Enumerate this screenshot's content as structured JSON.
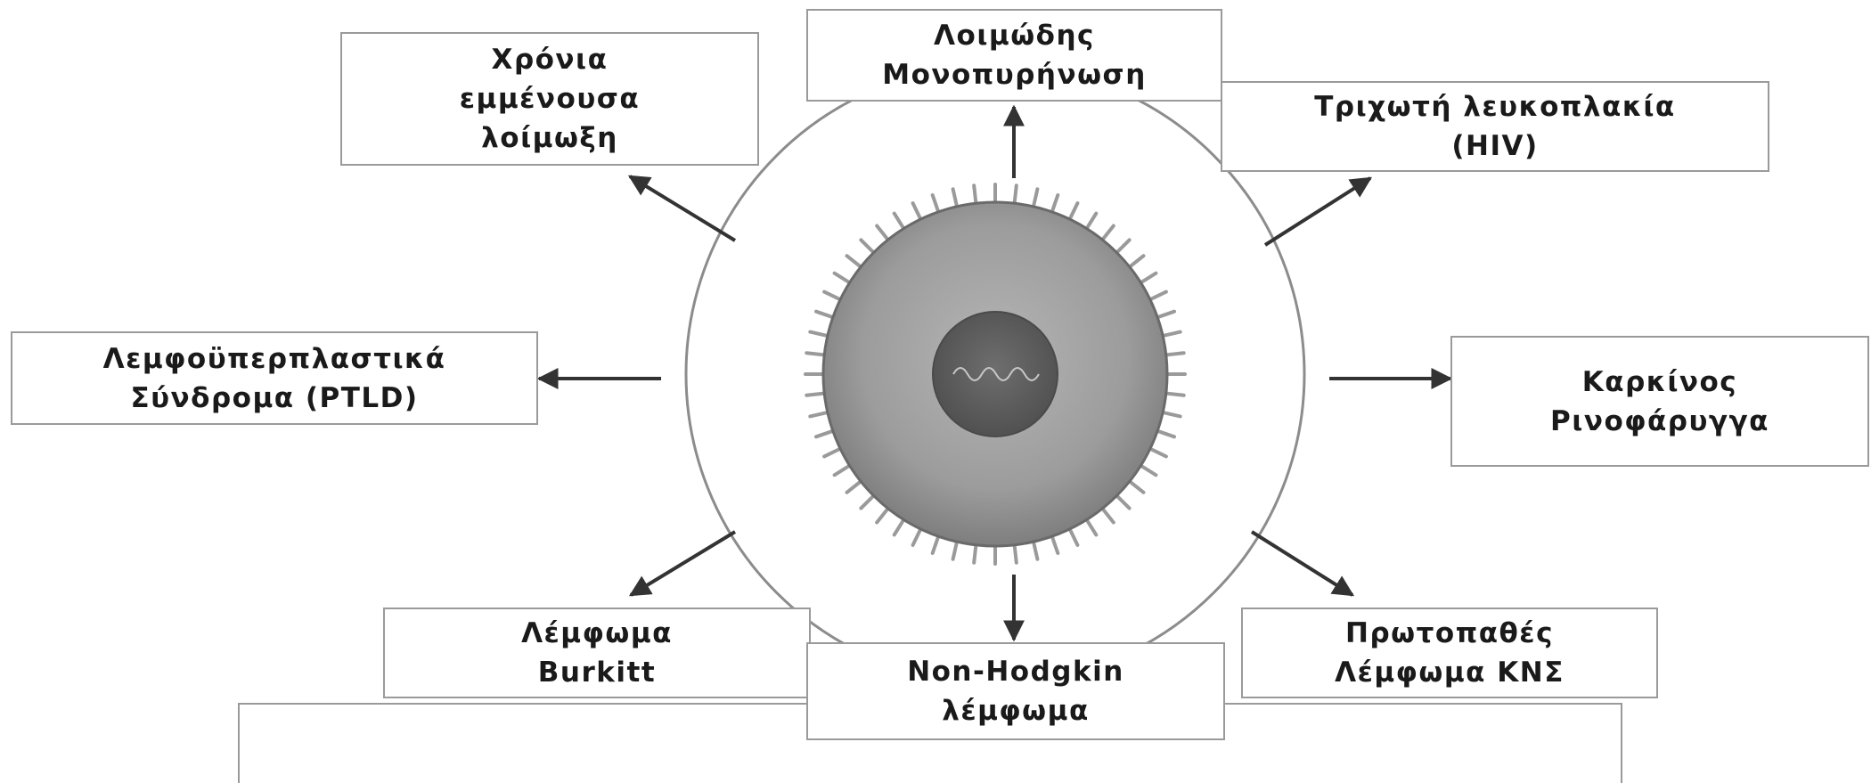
{
  "boxes": {
    "chronic": {
      "lines": [
        "Χρόνια",
        "εμμένουσα",
        "λοίμωξη"
      ]
    },
    "mononucleosis": {
      "lines": [
        "Λοιμώδης",
        "Μονοπυρήνωση"
      ]
    },
    "leukoplakia": {
      "lines": [
        "Τριχωτή λευκοπλακία",
        "(HIV)"
      ]
    },
    "ptld": {
      "lines": [
        "Λεμφοϋπερπλαστικά",
        "Σύνδρομα (PTLD)"
      ]
    },
    "nasopharynx": {
      "lines": [
        "Καρκίνος",
        "Ρινοφάρυγγα"
      ]
    },
    "burkitt": {
      "lines": [
        "Λέμφωμα",
        "Burkitt"
      ]
    },
    "nonhodgkin": {
      "lines": [
        "Non-Hodgkin",
        "λέμφωμα"
      ]
    },
    "cns": {
      "lines": [
        "Πρωτοπαθές",
        "Λέμφωμα ΚΝΣ"
      ]
    }
  },
  "virus": {
    "genome_symbol": "∿∿"
  },
  "colors": {
    "box_border": "#9a9a9a",
    "arrow": "#333333",
    "outer_ring": "#8c8c8c",
    "capsid_outer": "#8a8a8a",
    "core": "#5e5e5e",
    "spikes": "#9a9a9a"
  }
}
